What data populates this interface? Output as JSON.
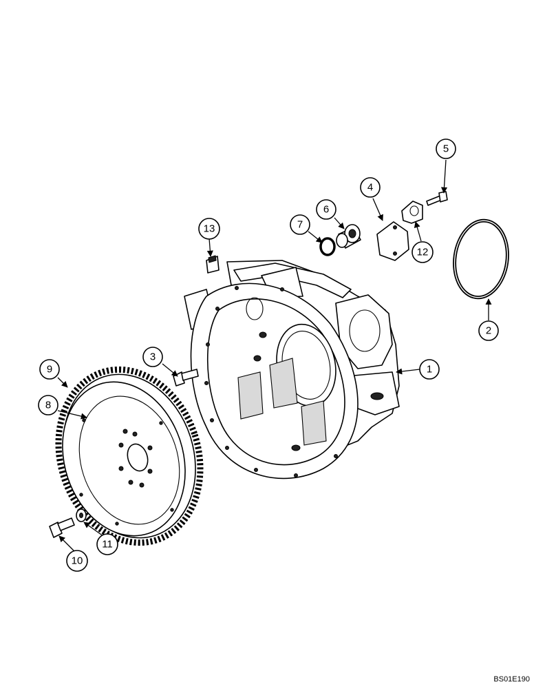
{
  "callouts": [
    {
      "id": "1",
      "label": "1"
    },
    {
      "id": "2",
      "label": "2"
    },
    {
      "id": "3",
      "label": "3"
    },
    {
      "id": "4",
      "label": "4"
    },
    {
      "id": "5",
      "label": "5"
    },
    {
      "id": "6",
      "label": "6"
    },
    {
      "id": "7",
      "label": "7"
    },
    {
      "id": "8",
      "label": "8"
    },
    {
      "id": "9",
      "label": "9"
    },
    {
      "id": "10",
      "label": "10"
    },
    {
      "id": "11",
      "label": "11"
    },
    {
      "id": "12",
      "label": "12"
    },
    {
      "id": "13",
      "label": "13"
    }
  ],
  "reference_code": "BS01E190"
}
